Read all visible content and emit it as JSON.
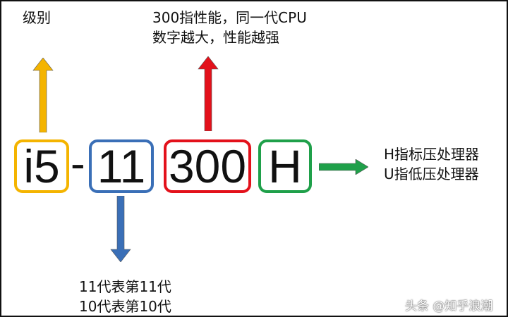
{
  "segments": [
    {
      "text": "i5",
      "color": "#F4B400"
    },
    {
      "text": "11",
      "color": "#3A6FB7"
    },
    {
      "text": "300",
      "color": "#E3111B"
    },
    {
      "text": "H",
      "color": "#1FA04A"
    }
  ],
  "separator": "-",
  "annotations": {
    "level": "级别",
    "sku_line1": "300指性能，同一代CPU",
    "sku_line2": "数字越大，性能越强",
    "suffix_line1": "H指标压处理器",
    "suffix_line2": "U指低压处理器",
    "gen_line1": "11代表第11代",
    "gen_line2": "10代表第10代"
  },
  "arrow_colors": {
    "level": "#F4B400",
    "sku": "#E3111B",
    "suffix": "#1FA04A",
    "gen": "#3A6FB7"
  },
  "watermark": "头条 @知乎浪潮"
}
